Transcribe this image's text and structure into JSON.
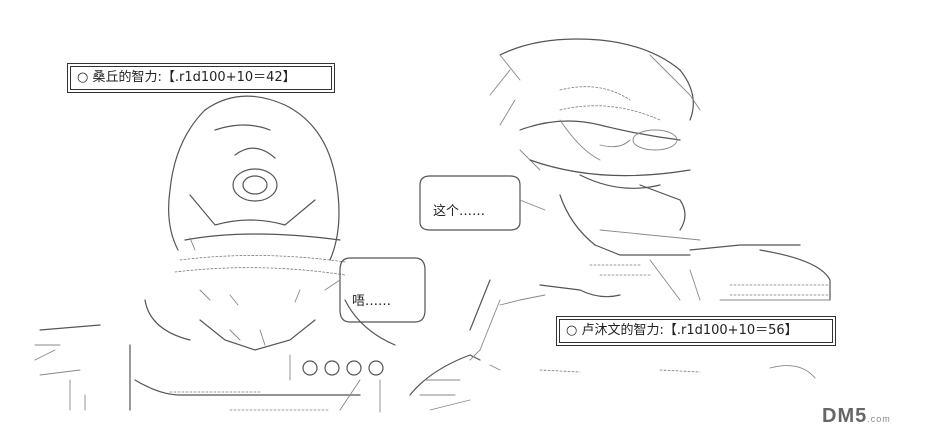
{
  "stat_left": {
    "bullet": "○",
    "text": "桑丘的智力:【.r1d100+10＝42】"
  },
  "stat_right": {
    "bullet": "○",
    "text": "卢沐文的智力:【.r1d100+10＝56】"
  },
  "speech_left": "这个……",
  "speech_right": "唔……",
  "watermark": {
    "main": "DM5",
    "suffix": ".com"
  }
}
